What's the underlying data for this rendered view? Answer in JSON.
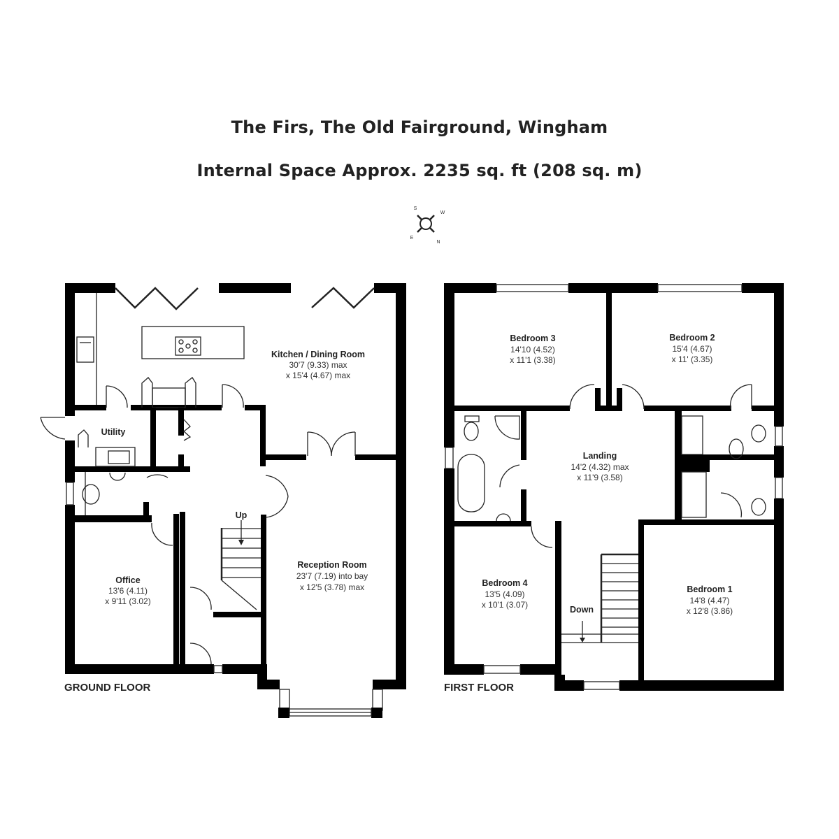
{
  "header": {
    "title": "The Firs, The Old Fairground, Wingham",
    "subtitle": "Internal Space Approx. 2235 sq. ft (208 sq. m)"
  },
  "compass": {
    "icon": "compass-icon",
    "labels": [
      "S",
      "W",
      "E",
      "N"
    ]
  },
  "ground_floor": {
    "label": "GROUND FLOOR",
    "rooms": {
      "kitchen": {
        "name": "Kitchen / Dining Room",
        "dim1": "30'7 (9.33) max",
        "dim2": "x 15'4 (4.67) max"
      },
      "utility": {
        "name": "Utility"
      },
      "office": {
        "name": "Office",
        "dim1": "13'6 (4.11)",
        "dim2": "x 9'11 (3.02)"
      },
      "reception": {
        "name": "Reception Room",
        "dim1": "23'7 (7.19) into bay",
        "dim2": "x 12'5 (3.78) max"
      }
    },
    "stairs_label": "Up"
  },
  "first_floor": {
    "label": "FIRST FLOOR",
    "rooms": {
      "bedroom3": {
        "name": "Bedroom 3",
        "dim1": "14'10 (4.52)",
        "dim2": "x 11'1 (3.38)"
      },
      "bedroom2": {
        "name": "Bedroom 2",
        "dim1": "15'4 (4.67)",
        "dim2": "x 11' (3.35)"
      },
      "landing": {
        "name": "Landing",
        "dim1": "14'2 (4.32) max",
        "dim2": "x 11'9 (3.58)"
      },
      "bedroom4": {
        "name": "Bedroom 4",
        "dim1": "13'5 (4.09)",
        "dim2": "x 10'1 (3.07)"
      },
      "bedroom1": {
        "name": "Bedroom 1",
        "dim1": "14'8 (4.47)",
        "dim2": "x 12'8 (3.86)"
      }
    },
    "stairs_label": "Down"
  }
}
